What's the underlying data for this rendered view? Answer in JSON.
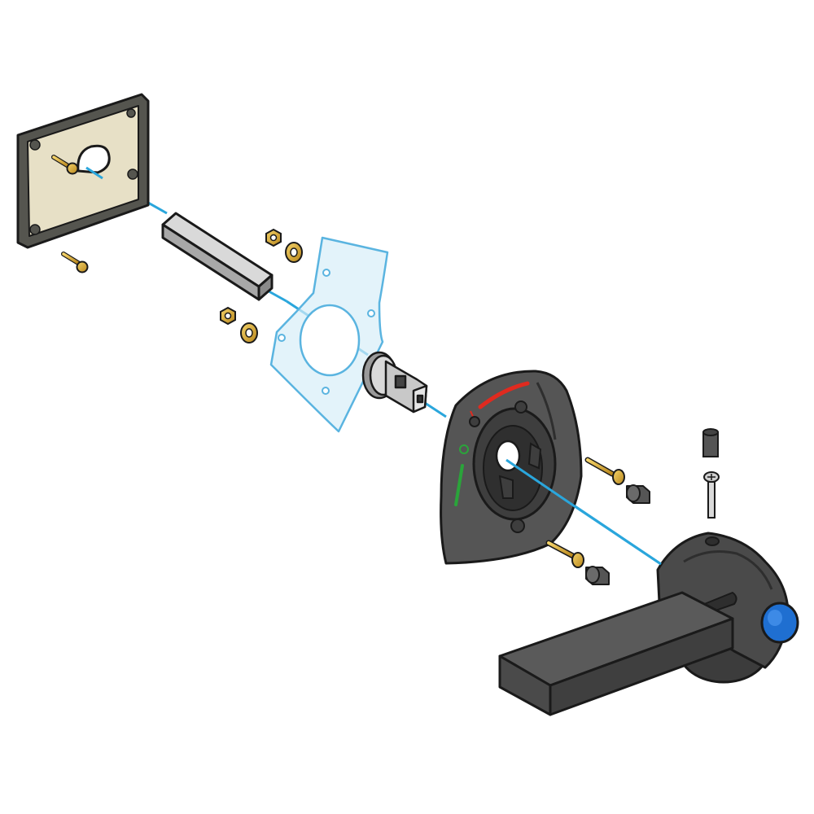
{
  "diagram": {
    "type": "exploded-assembly",
    "caption": "",
    "colors": {
      "background": "#ffffff",
      "outline": "#1a1a1a",
      "axis_line": "#2aa6dc",
      "plate_face": "#e7e0c6",
      "plate_frame": "#55554f",
      "shaft": "#bfbfbf",
      "gasket": "#d7eef8",
      "gasket_edge": "#5ab4e0",
      "housing": "#505050",
      "handle": "#4a4a4a",
      "brass": "#e2b73a",
      "off_indicator": "#e02a1f",
      "on_indicator": "#2aa43a",
      "lock_button": "#1f6fd1"
    },
    "parts": [
      {
        "id": "door-plate",
        "label": ""
      },
      {
        "id": "shaft",
        "label": ""
      },
      {
        "id": "gasket",
        "label": ""
      },
      {
        "id": "shaft-adapter",
        "label": ""
      },
      {
        "id": "indicator-housing",
        "label": ""
      },
      {
        "id": "rotary-handle",
        "label": ""
      },
      {
        "id": "wood-screw",
        "label": "",
        "count": 2
      },
      {
        "id": "nut",
        "label": "",
        "count": 2
      },
      {
        "id": "washer",
        "label": "",
        "count": 2
      },
      {
        "id": "machine-screw",
        "label": "",
        "count": 3
      },
      {
        "id": "spacer-sleeve",
        "label": "",
        "count": 3
      }
    ]
  }
}
